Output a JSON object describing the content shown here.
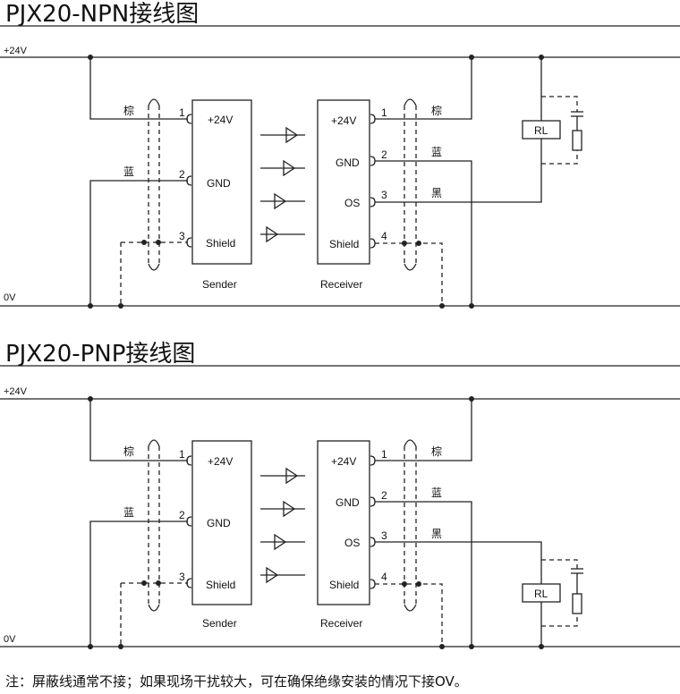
{
  "diagrams": [
    {
      "title": "PJX20-NPN接线图",
      "rail_top": "+24V",
      "rail_bottom": "0V",
      "sender": {
        "label": "Sender",
        "pins": [
          {
            "num": "1",
            "name": "+24V",
            "wire": "棕"
          },
          {
            "num": "2",
            "name": "GND",
            "wire": "蓝"
          },
          {
            "num": "3",
            "name": "Shield",
            "wire": ""
          }
        ]
      },
      "receiver": {
        "label": "Receiver",
        "pins": [
          {
            "num": "1",
            "name": "+24V",
            "wire": "棕"
          },
          {
            "num": "2",
            "name": "GND",
            "wire": "蓝"
          },
          {
            "num": "3",
            "name": "OS",
            "wire": "黑"
          },
          {
            "num": "4",
            "name": "Shield",
            "wire": ""
          }
        ]
      },
      "load": "RL"
    },
    {
      "title": "PJX20-PNP接线图",
      "rail_top": "+24V",
      "rail_bottom": "0V",
      "sender": {
        "label": "Sender",
        "pins": [
          {
            "num": "1",
            "name": "+24V",
            "wire": "棕"
          },
          {
            "num": "2",
            "name": "GND",
            "wire": "蓝"
          },
          {
            "num": "3",
            "name": "Shield",
            "wire": ""
          }
        ]
      },
      "receiver": {
        "label": "Receiver",
        "pins": [
          {
            "num": "1",
            "name": "+24V",
            "wire": "棕"
          },
          {
            "num": "2",
            "name": "GND",
            "wire": "蓝"
          },
          {
            "num": "3",
            "name": "OS",
            "wire": "黑"
          },
          {
            "num": "4",
            "name": "Shield",
            "wire": ""
          }
        ]
      },
      "load": "RL"
    }
  ],
  "note": "注：屏蔽线通常不接；如果现场干扰较大，可在确保绝缘安装的情况下接OV。"
}
